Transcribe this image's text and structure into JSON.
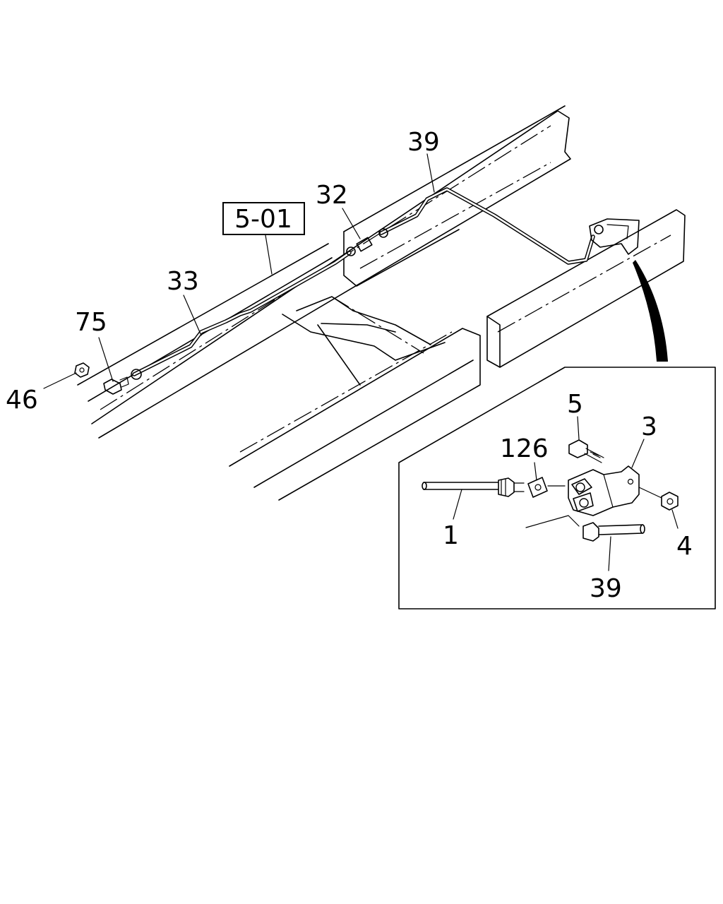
{
  "reference_box": {
    "text": "5-01"
  },
  "callouts": {
    "c39_top": "39",
    "c32": "32",
    "c33": "33",
    "c75": "75",
    "c46": "46",
    "c5": "5",
    "c3": "3",
    "c126": "126",
    "c1": "1",
    "c4": "4",
    "c39_detail": "39"
  }
}
